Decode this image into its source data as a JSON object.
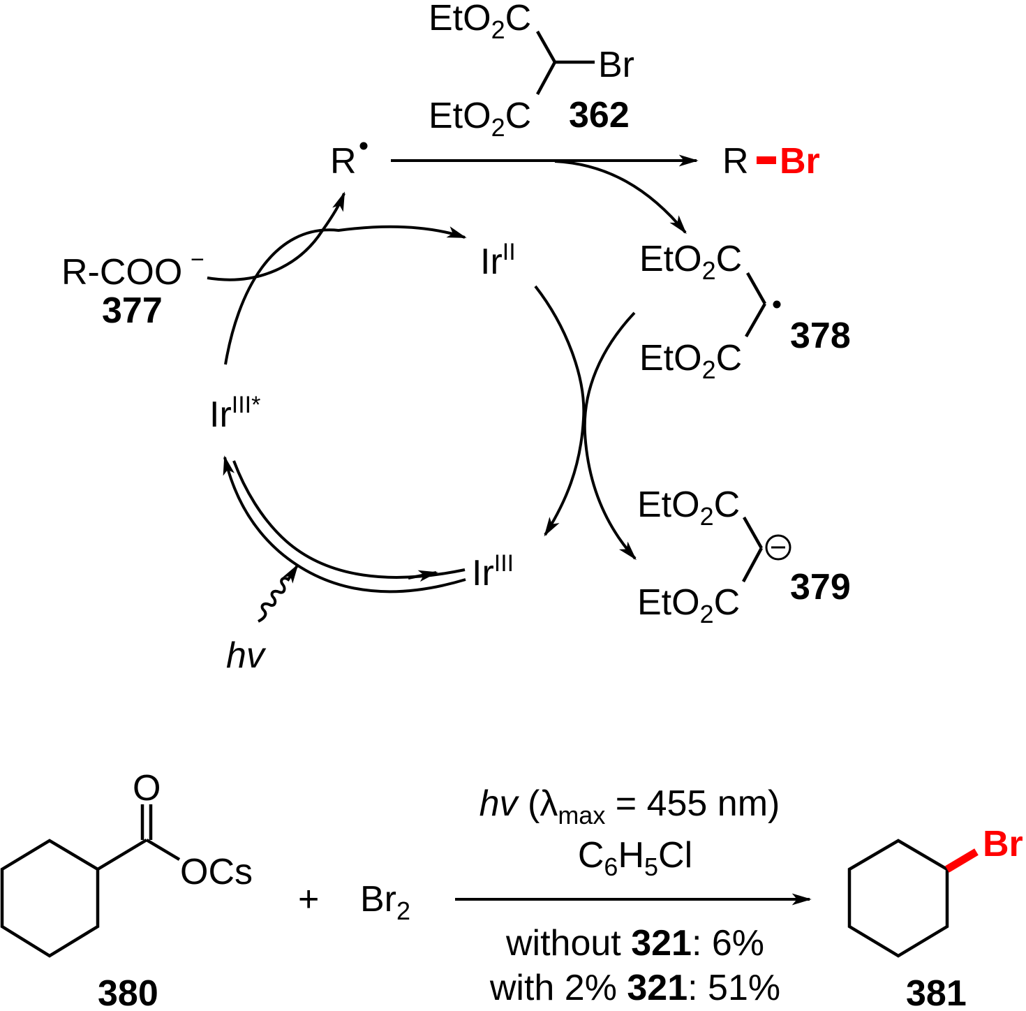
{
  "colors": {
    "ink": "#000000",
    "highlight": "#ff0000",
    "background": "#ffffff"
  },
  "cycle": {
    "reagent_362": {
      "group_top": "EtO",
      "group_top_sub": "2",
      "group_top_end": "C",
      "group_bottom": "EtO",
      "group_bottom_sub": "2",
      "group_bottom_end": "C",
      "halogen": "Br",
      "label": "362"
    },
    "radical": {
      "text": "R",
      "marker": "•"
    },
    "product": {
      "r": "R",
      "br": "Br"
    },
    "carboxylate": {
      "text": "R-COO",
      "charge": "−",
      "label": "377"
    },
    "ir_states": {
      "ir2": {
        "base": "Ir",
        "ox": "II"
      },
      "ir3_star": {
        "base": "Ir",
        "ox": "III*"
      },
      "ir3": {
        "base": "Ir",
        "ox": "III"
      }
    },
    "malonyl_radical_378": {
      "group_top": "EtO",
      "group_top_sub": "2",
      "group_top_end": "C",
      "group_bottom": "EtO",
      "group_bottom_sub": "2",
      "group_bottom_end": "C",
      "marker": "•",
      "label": "378"
    },
    "malonate_anion_379": {
      "group_top": "EtO",
      "group_top_sub": "2",
      "group_top_end": "C",
      "group_bottom": "EtO",
      "group_bottom_sub": "2",
      "group_bottom_end": "C",
      "charge": "−",
      "label": "379"
    },
    "light": {
      "text": "hv"
    }
  },
  "reaction": {
    "substrate_380": {
      "carbonyl_o": "O",
      "salt": "OCs",
      "label": "380"
    },
    "plus": "+",
    "bromine": {
      "text": "Br",
      "sub": "2"
    },
    "conditions_above": {
      "light": "hv",
      "open_paren": " (",
      "lambda": "λ",
      "lambda_sub": "max",
      "wavelength": " = 455 nm)",
      "solvent_c": "C",
      "solvent_c_sub": "6",
      "solvent_h": "H",
      "solvent_h_sub": "5",
      "solvent_cl": "Cl"
    },
    "conditions_below": {
      "line1_prefix": "without ",
      "line1_cat": "321",
      "line1_suffix": ": 6%",
      "line2_prefix": "with 2% ",
      "line2_cat": "321",
      "line2_suffix": ": 51%"
    },
    "product_381": {
      "halogen": "Br",
      "label": "381"
    }
  }
}
